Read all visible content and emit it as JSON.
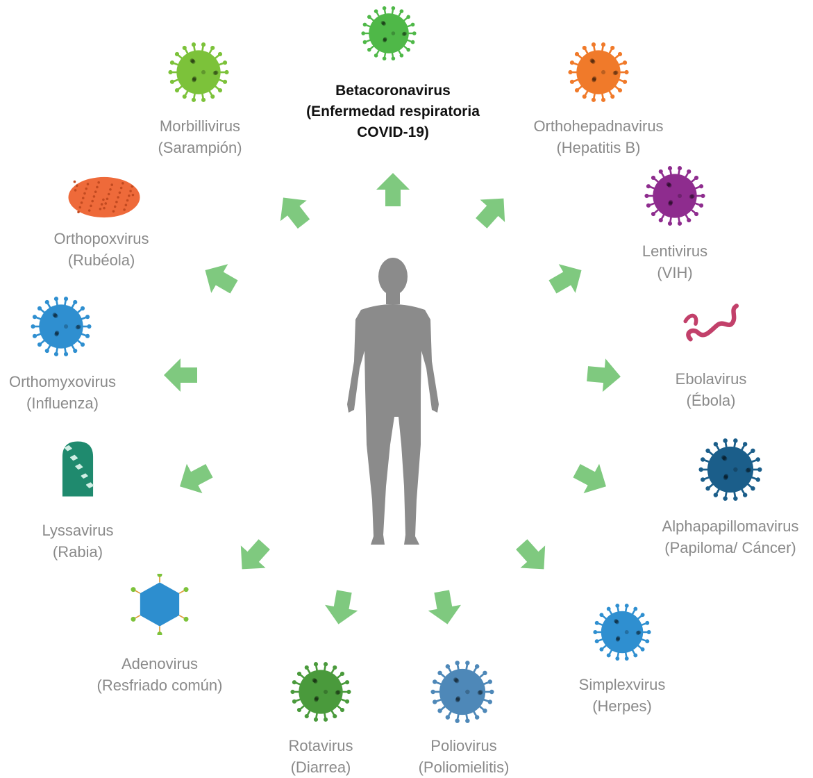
{
  "colors": {
    "arrow": "#7fc97f",
    "human": "#8b8b8b",
    "label": "#8a8a8a",
    "featured_label": "#111111"
  },
  "center": {
    "icon": "human-silhouette-icon"
  },
  "viruses": [
    {
      "id": "betacoronavirus",
      "lines": [
        "Betacoronavirus",
        "(Enfermedad respiratoria",
        "COVID-19)"
      ],
      "featured": true,
      "icon": "coronavirus-icon",
      "color": "#4fb848"
    },
    {
      "id": "orthohepadnavirus",
      "lines": [
        "Orthohepadnavirus",
        "(Hepatitis B)"
      ],
      "icon": "hepatitis-virus-icon",
      "color": "#f07a2a"
    },
    {
      "id": "lentivirus",
      "lines": [
        "Lentivirus",
        "(VIH)"
      ],
      "icon": "hiv-virus-icon",
      "color": "#8e2c8e"
    },
    {
      "id": "ebolavirus",
      "lines": [
        "Ebolavirus",
        "(Ébola)"
      ],
      "icon": "ebola-virus-icon",
      "color": "#c2406a"
    },
    {
      "id": "alphapapillomavirus",
      "lines": [
        "Alphapapillomavirus",
        "(Papiloma/ Cáncer)"
      ],
      "icon": "papilloma-virus-icon",
      "color": "#1b5e8a"
    },
    {
      "id": "simplexvirus",
      "lines": [
        "Simplexvirus",
        "(Herpes)"
      ],
      "icon": "herpes-virus-icon",
      "color": "#2f8fd0"
    },
    {
      "id": "poliovirus",
      "lines": [
        "Poliovirus",
        "(Poliomielitis)"
      ],
      "icon": "polio-virus-icon",
      "color": "#4e88b8"
    },
    {
      "id": "rotavirus",
      "lines": [
        "Rotavirus",
        "(Diarrea)"
      ],
      "icon": "rotavirus-icon",
      "color": "#4a9a3c"
    },
    {
      "id": "adenovirus",
      "lines": [
        "Adenovirus",
        "(Resfriado común)"
      ],
      "icon": "adenovirus-icon",
      "color": "#2d8ecf"
    },
    {
      "id": "lyssavirus",
      "lines": [
        "Lyssavirus",
        "(Rabia)"
      ],
      "icon": "rabies-virus-icon",
      "color": "#1f8a6e"
    },
    {
      "id": "orthomyxovirus",
      "lines": [
        "Orthomyxovirus",
        "(Influenza)"
      ],
      "icon": "influenza-virus-icon",
      "color": "#2f8fd0"
    },
    {
      "id": "orthopoxvirus",
      "lines": [
        "Orthopoxvirus",
        "(Rubéola)"
      ],
      "icon": "poxvirus-icon",
      "color": "#ee6a3a"
    },
    {
      "id": "morbillivirus",
      "lines": [
        "Morbillivirus",
        "(Sarampión)"
      ],
      "icon": "measles-virus-icon",
      "color": "#7cc23a"
    }
  ]
}
